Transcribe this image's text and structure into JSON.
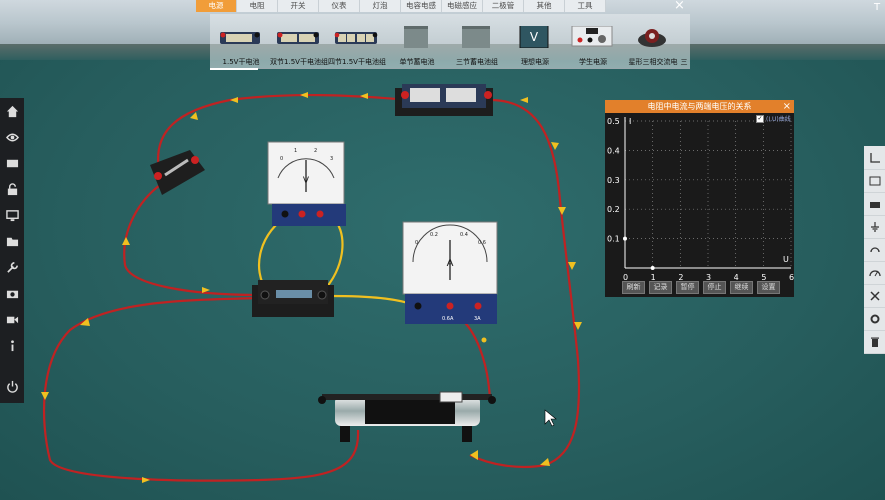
{
  "tabs": [
    {
      "label": "电源",
      "active": true
    },
    {
      "label": "电阻"
    },
    {
      "label": "开关"
    },
    {
      "label": "仪表"
    },
    {
      "label": "灯泡"
    },
    {
      "label": "电容电感"
    },
    {
      "label": "电磁感应"
    },
    {
      "label": "二极管"
    },
    {
      "label": "其他"
    },
    {
      "label": "工具"
    }
  ],
  "top_close": "×",
  "corner_letter": "T",
  "parts": [
    {
      "label": "1.5V干电池",
      "icon": "battery-holder-icon"
    },
    {
      "label": "双节1.5V干电池组",
      "icon": "double-battery-icon"
    },
    {
      "label": "四节1.5V干电池组",
      "icon": "quad-battery-icon"
    },
    {
      "label": "单节蓄电池",
      "icon": "storage-battery-icon"
    },
    {
      "label": "三节蓄电池组",
      "icon": "triple-storage-battery-icon"
    },
    {
      "label": "理想电源",
      "icon": "ideal-source-icon"
    },
    {
      "label": "学生电源",
      "icon": "student-power-supply-icon"
    },
    {
      "label": "星形三相交流电",
      "icon": "three-phase-generator-icon"
    },
    {
      "label": "三",
      "icon": ""
    }
  ],
  "ideal_source_glyph": "V",
  "graph": {
    "title": "电阻中电流与两端电压的关系",
    "close": "×",
    "legend_label": "(I,U)曲线",
    "legend_checked": "✓",
    "y_axis_label": "I",
    "x_axis_label": "U",
    "buttons": [
      "刷新",
      "记录",
      "暂停",
      "停止",
      "继续",
      "设置"
    ]
  },
  "chart_data": {
    "type": "scatter",
    "title": "电阻中电流与两端电压的关系",
    "xlabel": "U",
    "ylabel": "I",
    "xlim": [
      0,
      6
    ],
    "ylim": [
      0,
      0.5
    ],
    "x_ticks": [
      "0",
      "1",
      "2",
      "3",
      "4",
      "5",
      "6"
    ],
    "y_ticks": [
      "0.1",
      "0.2",
      "0.3",
      "0.4",
      "0.5"
    ],
    "grid": true,
    "series": [
      {
        "name": "(I,U)曲线",
        "points": [
          [
            0,
            0.1
          ],
          [
            1,
            0
          ]
        ]
      }
    ]
  },
  "voltmeter": {
    "letter": "V",
    "scale": [
      "0",
      "1",
      "2",
      "3"
    ]
  },
  "ammeter": {
    "letter": "A",
    "scale": [
      "0",
      "0.2",
      "0.4",
      "0.6"
    ],
    "terminal_labels": [
      "0.6A",
      "3A"
    ]
  },
  "colors": {
    "accent": "#f19d39",
    "wire_red": "#c02222",
    "wire_yellow": "#f0c020",
    "panel_title": "#e2802b"
  }
}
